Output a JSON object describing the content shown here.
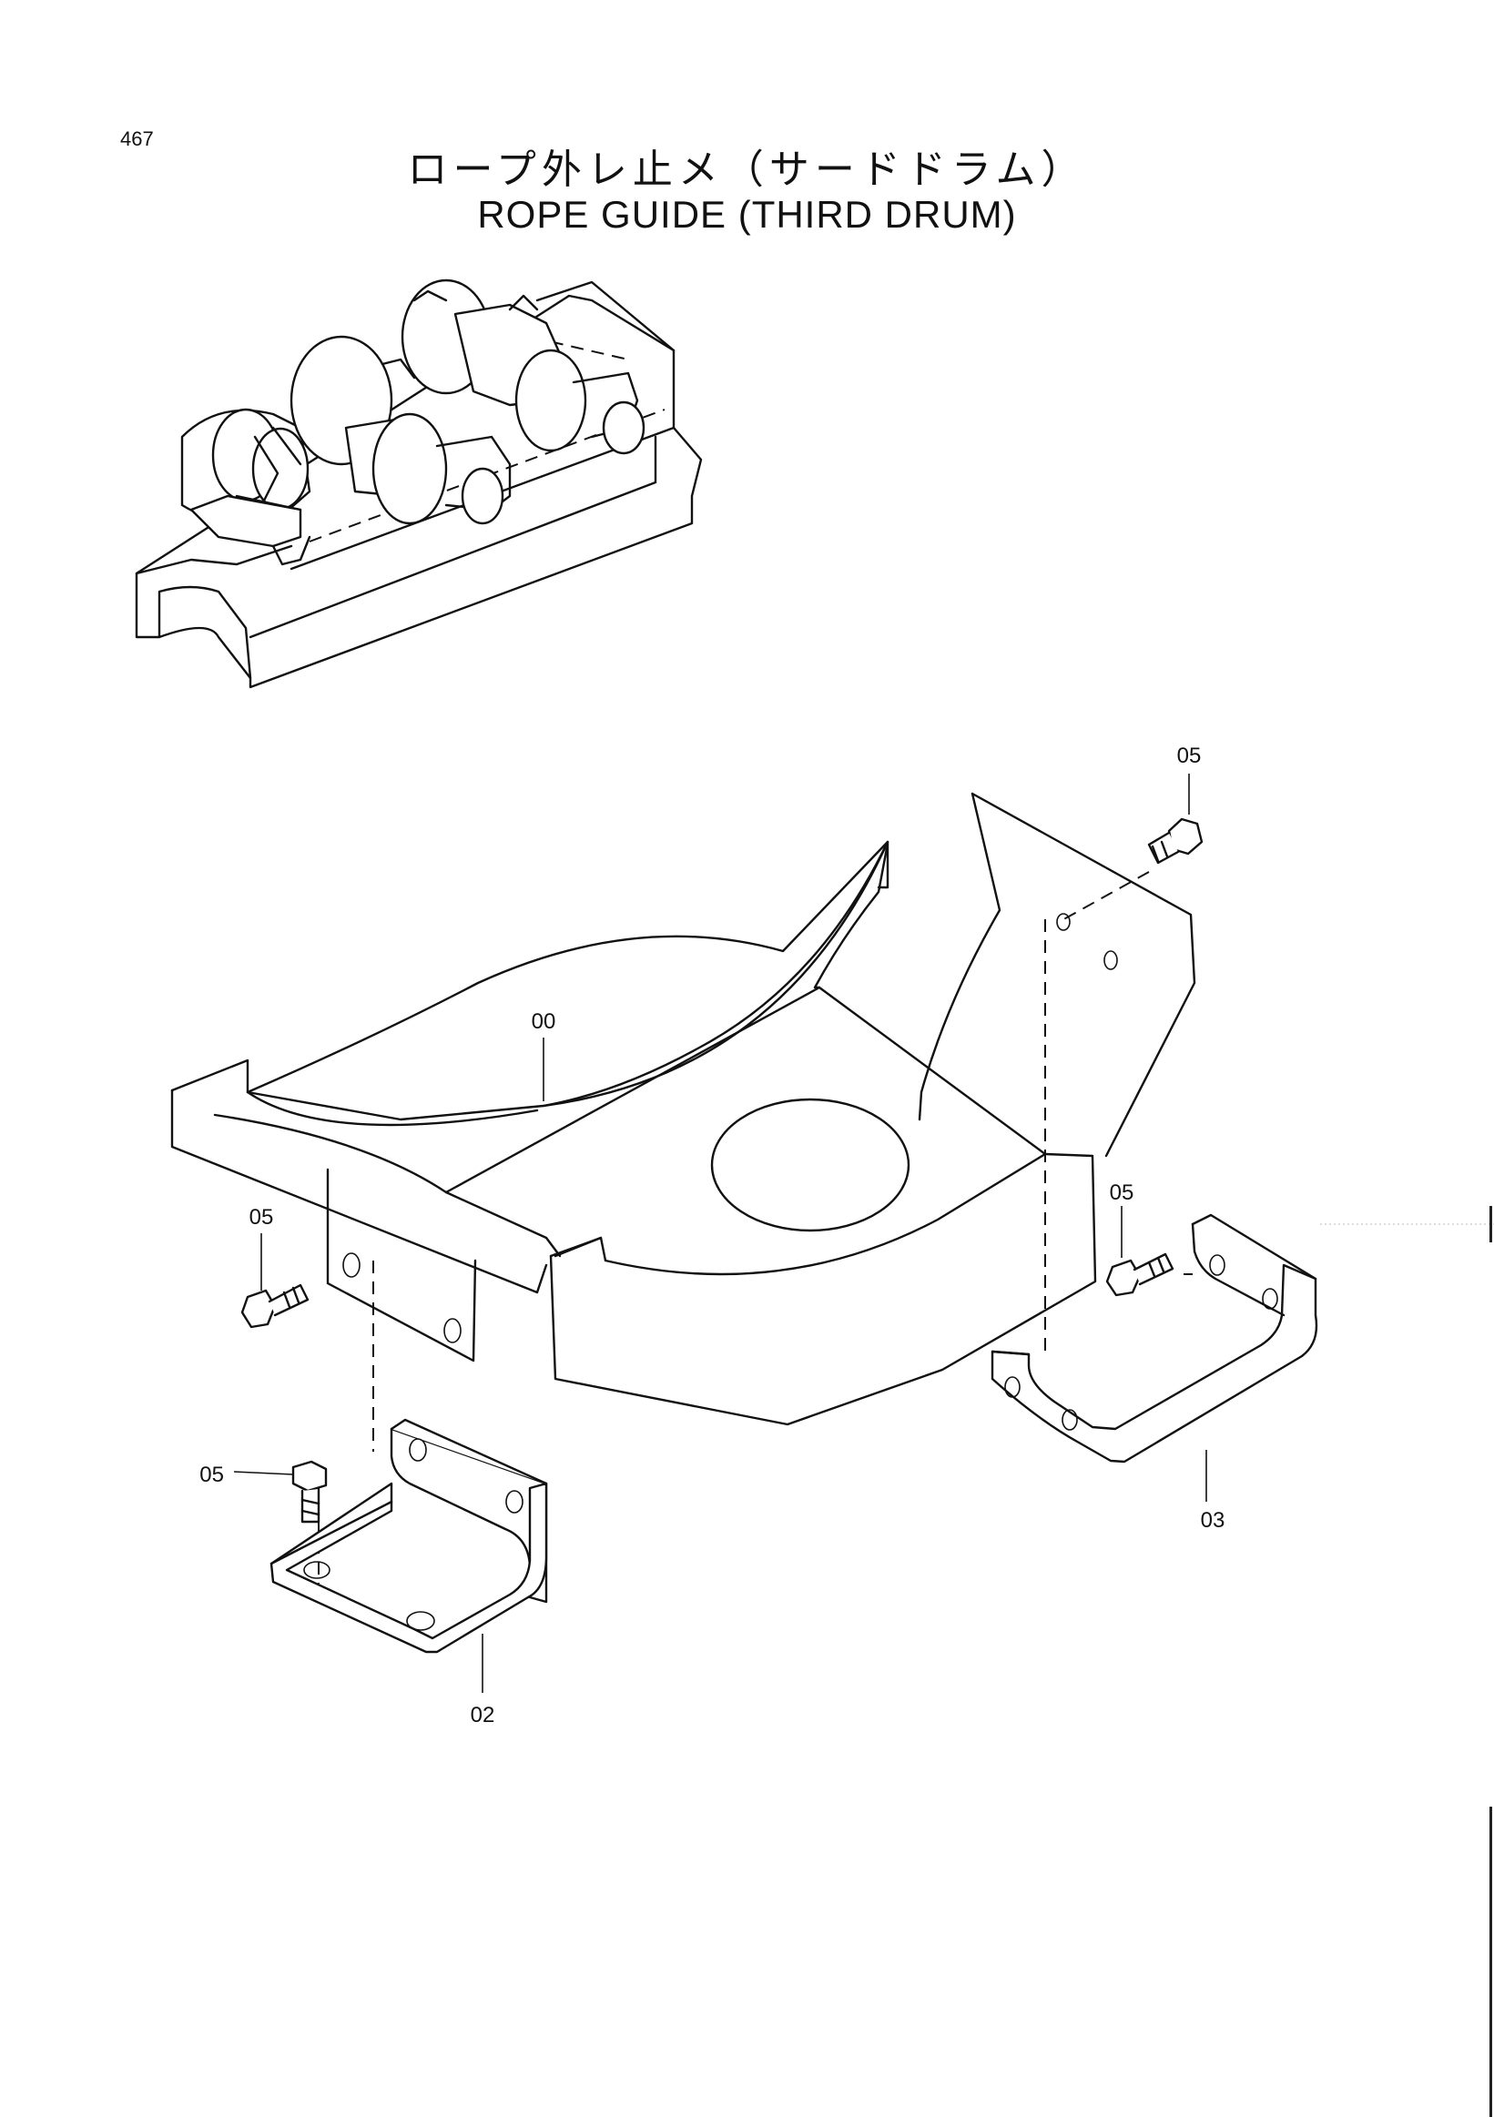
{
  "page_number": "467",
  "title_jp": "ロープ外レ止メ（サードドラム）",
  "title_en": "ROPE GUIDE (THIRD DRUM)",
  "callouts": {
    "bolt_top_right": "05",
    "rope_guide_plate": "00",
    "bolt_left": "05",
    "bolt_right": "05",
    "bolt_lower_left": "05",
    "bracket_right": "03",
    "bracket_left": "02"
  }
}
